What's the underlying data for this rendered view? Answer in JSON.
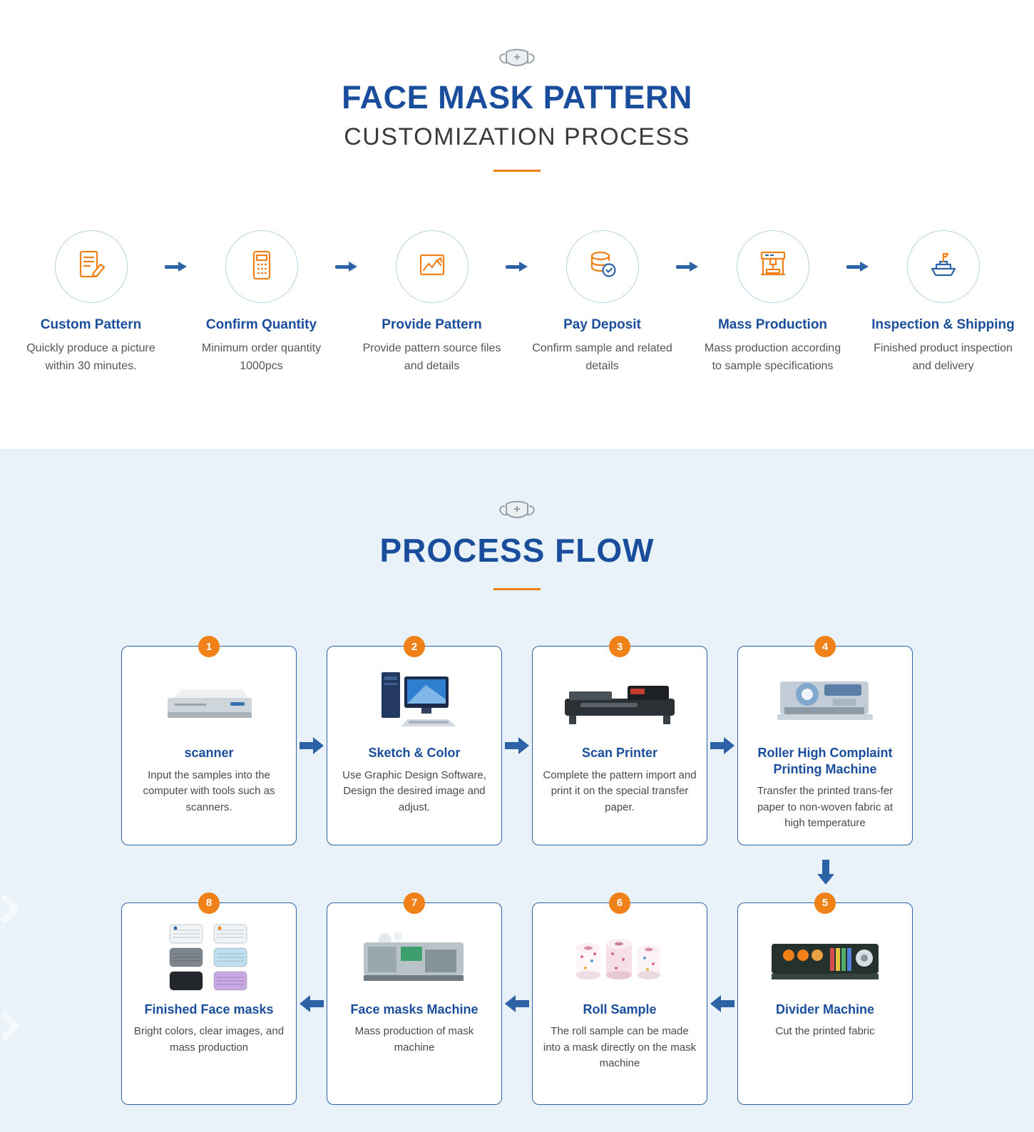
{
  "header": {
    "title": "FACE MASK PATTERN",
    "subtitle": "CUSTOMIZATION PROCESS"
  },
  "steps": [
    {
      "icon": "document-pencil-icon",
      "title": "Custom Pattern",
      "desc": "Quickly produce a picture within 30 minutes."
    },
    {
      "icon": "calculator-icon",
      "title": "Confirm Quantity",
      "desc": "Minimum order quantity 1000pcs"
    },
    {
      "icon": "picture-icon",
      "title": "Provide Pattern",
      "desc": "Provide pattern source files and details"
    },
    {
      "icon": "coins-check-icon",
      "title": "Pay Deposit",
      "desc": "Confirm sample and related details"
    },
    {
      "icon": "production-machine-icon",
      "title": "Mass Production",
      "desc": "Mass production according to sample specifications"
    },
    {
      "icon": "cargo-ship-icon",
      "title": "Inspection & Shipping",
      "desc": "Finished product inspection and delivery"
    }
  ],
  "process_flow": {
    "title": "PROCESS FLOW",
    "cards": [
      {
        "number": "1",
        "title": "scanner",
        "desc": "Input the samples into the computer with tools such as scanners.",
        "image": "scanner-photo"
      },
      {
        "number": "2",
        "title": "Sketch & Color",
        "desc": "Use Graphic Design Software, Design the desired image and adjust.",
        "image": "computer-photo"
      },
      {
        "number": "3",
        "title": "Scan Printer",
        "desc": "Complete the pattern import and print it on the special transfer paper.",
        "image": "scan-printer-photo"
      },
      {
        "number": "4",
        "title": "Roller High Complaint Printing Machine",
        "desc": "Transfer the printed trans-fer paper to non-woven fabric at high temperature",
        "image": "roller-printing-machine-photo"
      },
      {
        "number": "5",
        "title": "Divider Machine",
        "desc": "Cut the printed fabric",
        "image": "divider-machine-photo"
      },
      {
        "number": "6",
        "title": "Roll Sample",
        "desc": "The roll sample can be made into a mask directly on the mask machine",
        "image": "roll-sample-photo"
      },
      {
        "number": "7",
        "title": "Face masks Machine",
        "desc": "Mass production of mask machine",
        "image": "face-mask-machine-photo"
      },
      {
        "number": "8",
        "title": "Finished Face masks",
        "desc": "Bright colors, clear images, and mass production",
        "image": "finished-masks-photo"
      }
    ]
  },
  "colors": {
    "primary_blue": "#1a4e9d",
    "arrow_blue": "#2e62a6",
    "accent_orange": "#f08119",
    "section_bg": "#e8f2f8"
  }
}
